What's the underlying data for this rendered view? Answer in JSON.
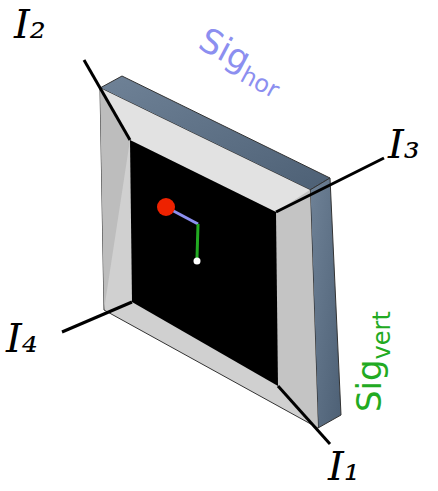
{
  "diagram": {
    "labels": [
      "I₂",
      "I₃",
      "I₄",
      "I₁",
      "Sig",
      "hor",
      "Sig",
      "vert"
    ]
  }
}
